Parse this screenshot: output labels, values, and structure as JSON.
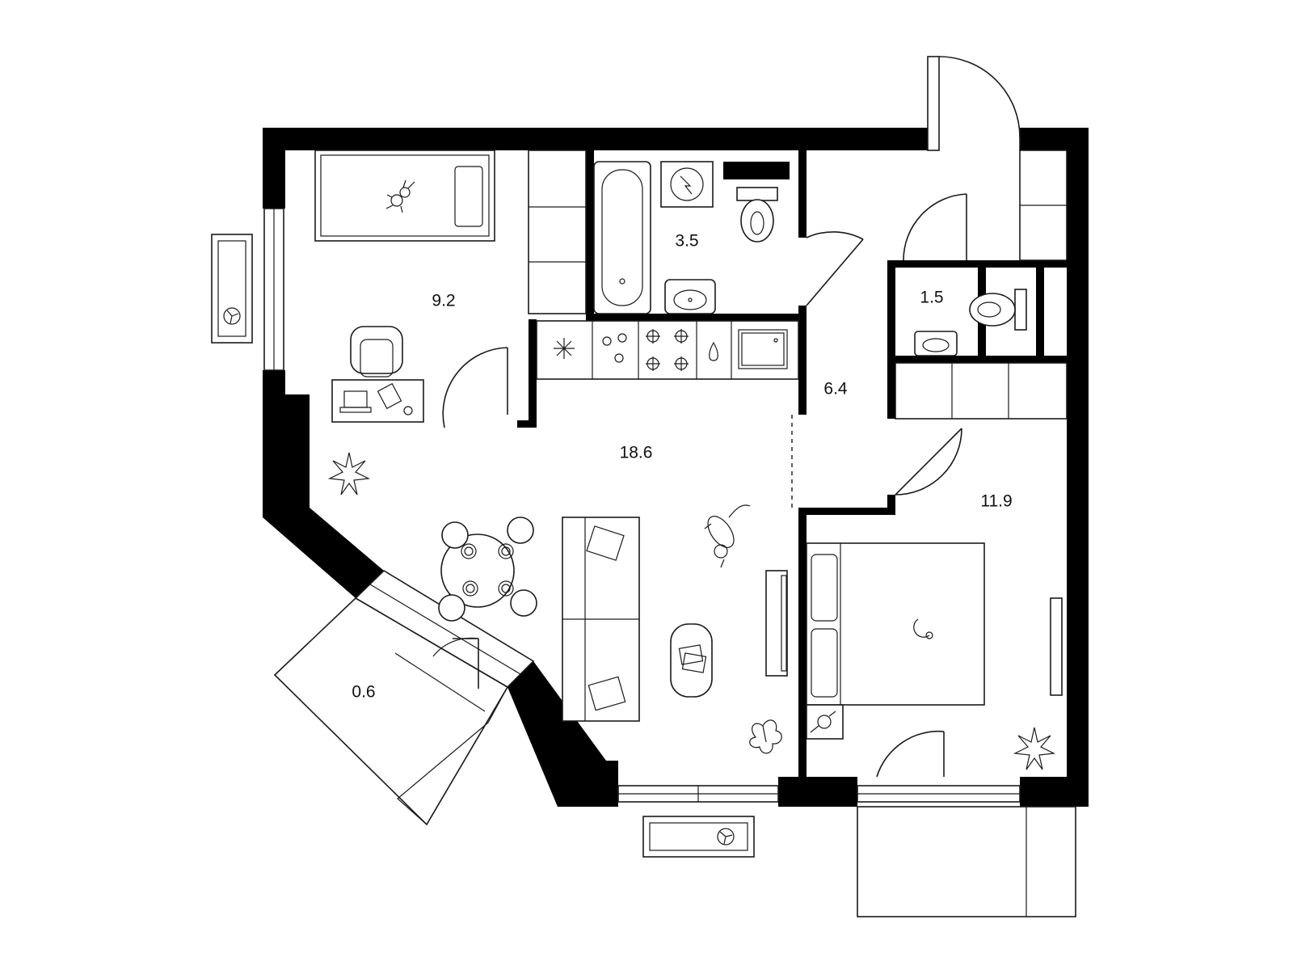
{
  "floor_plan": {
    "rooms": [
      {
        "id": "children-room",
        "area": "9.2"
      },
      {
        "id": "bathroom",
        "area": "3.5"
      },
      {
        "id": "hallway",
        "area": "6.4"
      },
      {
        "id": "toilet",
        "area": "1.5"
      },
      {
        "id": "living-kitchen",
        "area": "18.6"
      },
      {
        "id": "bedroom",
        "area": "11.9"
      },
      {
        "id": "balcony",
        "area": "0.6"
      }
    ]
  },
  "colors": {
    "wall": "#000000",
    "line": "#1a1a1a",
    "background": "#ffffff"
  }
}
